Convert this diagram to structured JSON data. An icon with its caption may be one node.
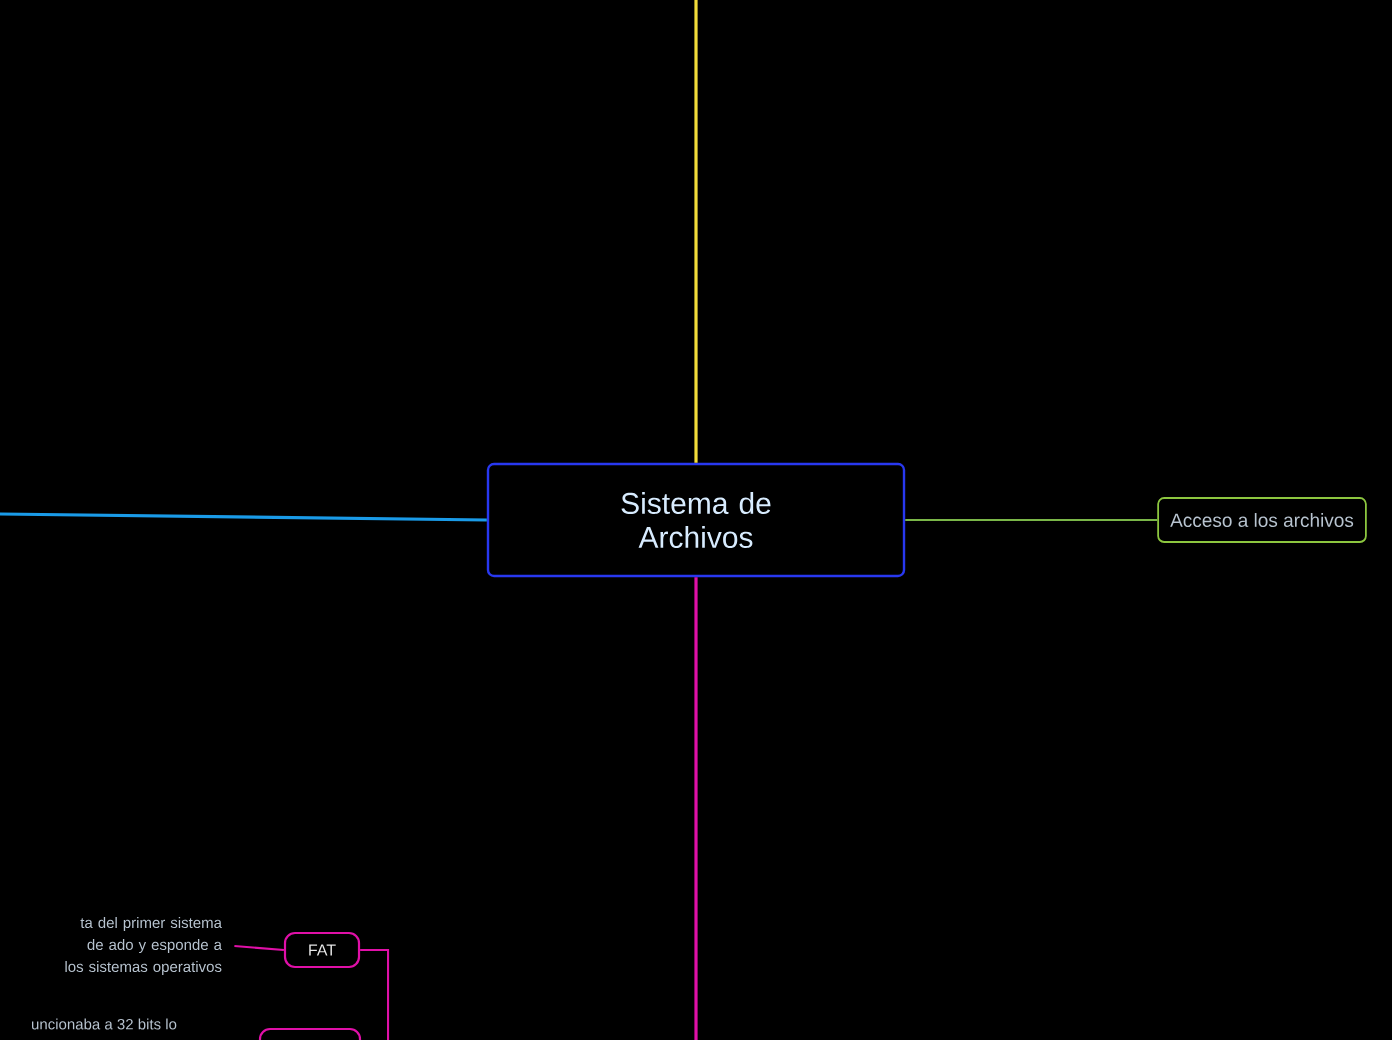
{
  "diagram": {
    "nodes": [
      {
        "text": [
          "Sistema de Archivos"
        ]
      },
      {
        "text": [
          "Acceso a los archivos"
        ]
      },
      {
        "text": [
          "FAT"
        ]
      },
      {
        "text": [],
        "shape": "box"
      },
      {
        "text": [
          "ta del primer sistema de ado y esponde a los sistemas operativos"
        ]
      },
      {
        "text": [
          "uncionaba a 32 bits lo"
        ]
      }
    ],
    "edges": [
      {
        "from": null,
        "to": 0,
        "arrow": "none",
        "color": "#f2dc3a"
      },
      {
        "from": null,
        "to": 0,
        "arrow": "none",
        "color": "#1a9be8"
      },
      {
        "from": 0,
        "to": 1,
        "arrow": "none",
        "color": "#7ab648"
      },
      {
        "from": 0,
        "to": null,
        "arrow": "none"
      },
      {
        "from": 2,
        "to": null,
        "arrow": "none"
      },
      {
        "from": 4,
        "to": 2,
        "arrow": "none"
      }
    ]
  }
}
